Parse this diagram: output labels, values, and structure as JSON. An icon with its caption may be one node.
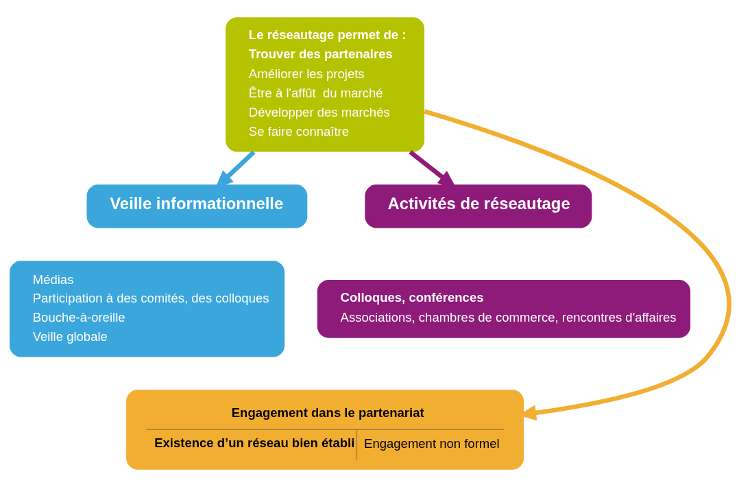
{
  "diagram": {
    "nodes": [
      {
        "text": [
          "Le réseautage permet de :",
          "Trouver des partenaires",
          "Améliorer les projets",
          "Être à l'affût  du marché",
          "Développer des marchés",
          "Se faire connaître"
        ]
      },
      {
        "text": [
          "Veille informationnelle"
        ]
      },
      {
        "text": [
          "Activités de réseautage"
        ]
      },
      {
        "text": [
          "Médias",
          "Participation à des comités, des colloques",
          "Bouche-à-oreille",
          "Veille globale"
        ]
      },
      {
        "text": [
          "Colloques, conférences",
          "Associations, chambres de commerce, rencontres d'affaires"
        ]
      },
      {
        "text": [
          "Engagement dans le partenariat",
          "Existence d’un réseau bien établi",
          "Engagement non formel"
        ]
      }
    ],
    "edges": [
      {
        "from": 0,
        "to": 1,
        "arrow": "to",
        "color": "#3aa6dc"
      },
      {
        "from": 0,
        "to": 2,
        "arrow": "to",
        "color": "#8e1a7a"
      },
      {
        "from": 0,
        "to": 5,
        "arrow": "to",
        "color": "#f2ae30"
      }
    ]
  }
}
